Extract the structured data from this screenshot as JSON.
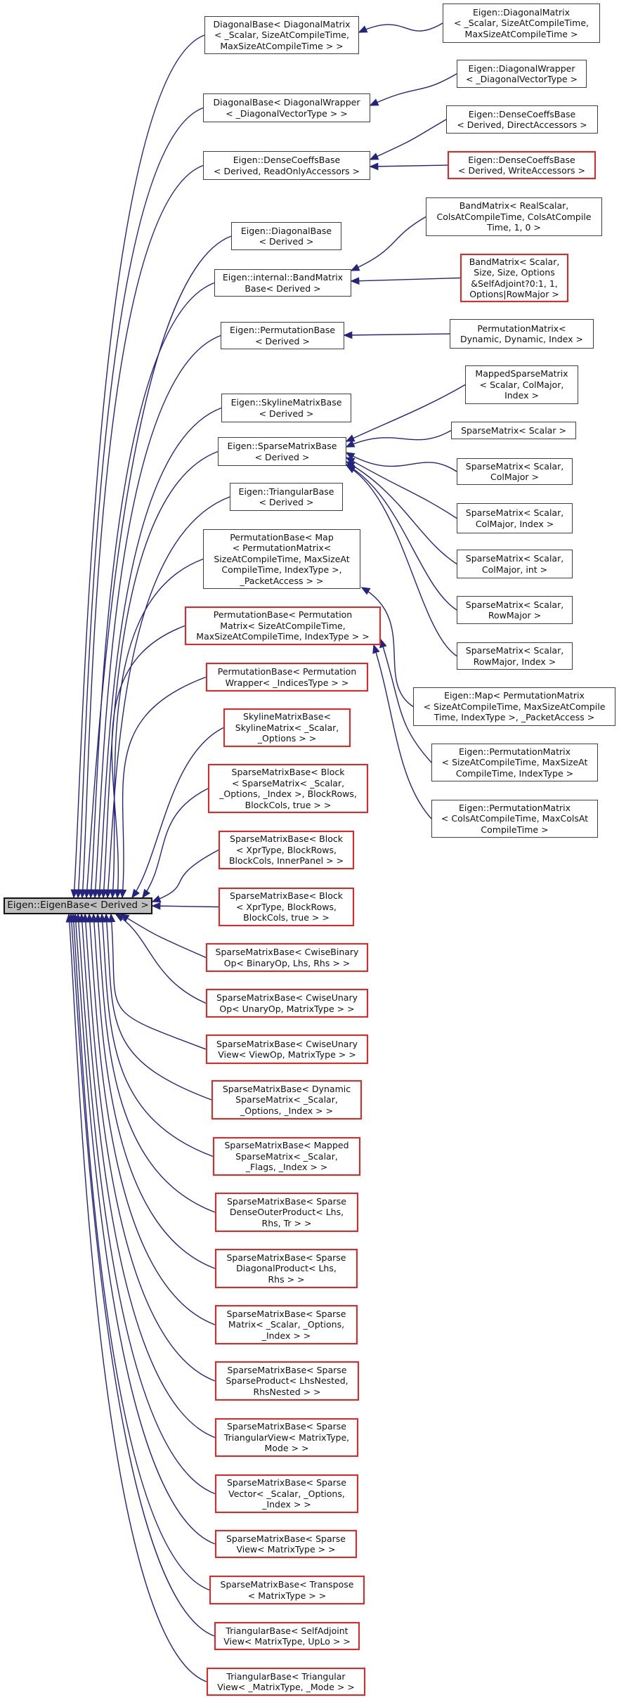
{
  "diagram": {
    "root_id": "root",
    "colors": {
      "edge": "#24247e",
      "node_border": "#3f3f3f",
      "truncated_border": "#ee2222",
      "root_fill": "#bfbfbf",
      "background": "#ffffff",
      "text": "#111111"
    },
    "nodes": [
      {
        "id": "root",
        "kind": "root",
        "label": "Eigen::EigenBase< Derived >"
      },
      {
        "id": "n1",
        "kind": "normal",
        "label": "DiagonalBase< DiagonalMatrix\n< _Scalar, SizeAtCompileTime,\nMaxSizeAtCompileTime > >"
      },
      {
        "id": "n2",
        "kind": "normal",
        "label": "DiagonalBase< DiagonalWrapper\n< _DiagonalVectorType > >"
      },
      {
        "id": "n3",
        "kind": "normal",
        "label": "Eigen::DenseCoeffsBase\n< Derived, ReadOnlyAccessors >"
      },
      {
        "id": "n4",
        "kind": "normal",
        "label": "Eigen::DiagonalBase\n< Derived >"
      },
      {
        "id": "n5",
        "kind": "normal",
        "label": "Eigen::internal::BandMatrix\nBase< Derived >"
      },
      {
        "id": "n6",
        "kind": "normal",
        "label": "Eigen::PermutationBase\n< Derived >"
      },
      {
        "id": "n7",
        "kind": "normal",
        "label": "Eigen::SkylineMatrixBase\n< Derived >"
      },
      {
        "id": "n8",
        "kind": "normal",
        "label": "Eigen::SparseMatrixBase\n< Derived >"
      },
      {
        "id": "n9",
        "kind": "normal",
        "label": "Eigen::TriangularBase\n< Derived >"
      },
      {
        "id": "n10",
        "kind": "normal",
        "label": "PermutationBase< Map\n< PermutationMatrix<\nSizeAtCompileTime, MaxSizeAt\nCompileTime, IndexType >,\n_PacketAccess > >"
      },
      {
        "id": "n11",
        "kind": "truncated",
        "label": "PermutationBase< Permutation\nMatrix< SizeAtCompileTime,\nMaxSizeAtCompileTime, IndexType > >"
      },
      {
        "id": "n12",
        "kind": "truncated",
        "label": "PermutationBase< Permutation\nWrapper< _IndicesType > >"
      },
      {
        "id": "n13",
        "kind": "truncated",
        "label": "SkylineMatrixBase<\nSkylineMatrix< _Scalar,\n_Options > >"
      },
      {
        "id": "n14",
        "kind": "truncated",
        "label": "SparseMatrixBase< Block\n< SparseMatrix< _Scalar,\n_Options, _Index >, BlockRows,\nBlockCols, true > >"
      },
      {
        "id": "n15",
        "kind": "truncated",
        "label": "SparseMatrixBase< Block\n< XprType, BlockRows,\nBlockCols, InnerPanel > >"
      },
      {
        "id": "n16",
        "kind": "truncated",
        "label": "SparseMatrixBase< Block\n< XprType, BlockRows,\nBlockCols, true > >"
      },
      {
        "id": "n17",
        "kind": "truncated",
        "label": "SparseMatrixBase< CwiseBinary\nOp< BinaryOp, Lhs, Rhs > >"
      },
      {
        "id": "n18",
        "kind": "truncated",
        "label": "SparseMatrixBase< CwiseUnary\nOp< UnaryOp, MatrixType > >"
      },
      {
        "id": "n19",
        "kind": "truncated",
        "label": "SparseMatrixBase< CwiseUnary\nView< ViewOp, MatrixType > >"
      },
      {
        "id": "n20",
        "kind": "truncated",
        "label": "SparseMatrixBase< Dynamic\nSparseMatrix< _Scalar,\n_Options, _Index > >"
      },
      {
        "id": "n21",
        "kind": "truncated",
        "label": "SparseMatrixBase< Mapped\nSparseMatrix< _Scalar,\n_Flags, _Index > >"
      },
      {
        "id": "n22",
        "kind": "truncated",
        "label": "SparseMatrixBase< Sparse\nDenseOuterProduct< Lhs,\nRhs, Tr > >"
      },
      {
        "id": "n23",
        "kind": "truncated",
        "label": "SparseMatrixBase< Sparse\nDiagonalProduct< Lhs,\nRhs > >"
      },
      {
        "id": "n24",
        "kind": "truncated",
        "label": "SparseMatrixBase< Sparse\nMatrix< _Scalar, _Options,\n_Index > >"
      },
      {
        "id": "n25",
        "kind": "truncated",
        "label": "SparseMatrixBase< Sparse\nSparseProduct< LhsNested,\nRhsNested > >"
      },
      {
        "id": "n26",
        "kind": "truncated",
        "label": "SparseMatrixBase< Sparse\nTriangularView< MatrixType,\nMode > >"
      },
      {
        "id": "n27",
        "kind": "truncated",
        "label": "SparseMatrixBase< Sparse\nVector< _Scalar, _Options,\n_Index > >"
      },
      {
        "id": "n28",
        "kind": "truncated",
        "label": "SparseMatrixBase< Sparse\nView< MatrixType > >"
      },
      {
        "id": "n29",
        "kind": "truncated",
        "label": "SparseMatrixBase< Transpose\n< MatrixType > >"
      },
      {
        "id": "n30",
        "kind": "truncated",
        "label": "TriangularBase< SelfAdjoint\nView< MatrixType, UpLo > >"
      },
      {
        "id": "n31",
        "kind": "truncated",
        "label": "TriangularBase< Triangular\nView< _MatrixType, _Mode > >"
      },
      {
        "id": "r1",
        "kind": "normal",
        "label": "Eigen::DiagonalMatrix\n< _Scalar, SizeAtCompileTime,\nMaxSizeAtCompileTime >"
      },
      {
        "id": "r2",
        "kind": "normal",
        "label": "Eigen::DiagonalWrapper\n< _DiagonalVectorType >"
      },
      {
        "id": "r3",
        "kind": "normal",
        "label": "Eigen::DenseCoeffsBase\n< Derived, DirectAccessors >"
      },
      {
        "id": "r4",
        "kind": "truncated",
        "label": "Eigen::DenseCoeffsBase\n< Derived, WriteAccessors >"
      },
      {
        "id": "r5",
        "kind": "normal",
        "label": "BandMatrix< RealScalar,\nColsAtCompileTime, ColsAtCompile\nTime, 1, 0 >"
      },
      {
        "id": "r6",
        "kind": "truncated",
        "label": "BandMatrix< Scalar,\nSize, Size, Options\n&SelfAdjoint?0:1, 1,\nOptions|RowMajor >"
      },
      {
        "id": "r7",
        "kind": "normal",
        "label": "PermutationMatrix<\nDynamic, Dynamic, Index >"
      },
      {
        "id": "r8",
        "kind": "normal",
        "label": "MappedSparseMatrix\n< Scalar, ColMajor,\nIndex >"
      },
      {
        "id": "r9",
        "kind": "normal",
        "label": "SparseMatrix< Scalar >"
      },
      {
        "id": "r10",
        "kind": "normal",
        "label": "SparseMatrix< Scalar,\nColMajor >"
      },
      {
        "id": "r11",
        "kind": "normal",
        "label": "SparseMatrix< Scalar,\nColMajor, Index >"
      },
      {
        "id": "r12",
        "kind": "normal",
        "label": "SparseMatrix< Scalar,\nColMajor, int >"
      },
      {
        "id": "r13",
        "kind": "normal",
        "label": "SparseMatrix< Scalar,\nRowMajor >"
      },
      {
        "id": "r14",
        "kind": "normal",
        "label": "SparseMatrix< Scalar,\nRowMajor, Index >"
      },
      {
        "id": "r15",
        "kind": "normal",
        "label": "Eigen::Map< PermutationMatrix\n< SizeAtCompileTime, MaxSizeAtCompile\nTime, IndexType >, _PacketAccess >"
      },
      {
        "id": "r16",
        "kind": "normal",
        "label": "Eigen::PermutationMatrix\n< SizeAtCompileTime, MaxSizeAt\nCompileTime, IndexType >"
      },
      {
        "id": "r17",
        "kind": "normal",
        "label": "Eigen::PermutationMatrix\n< ColsAtCompileTime, MaxColsAt\nCompileTime >"
      }
    ],
    "edges": [
      {
        "from": "n1",
        "to": "root"
      },
      {
        "from": "n2",
        "to": "root"
      },
      {
        "from": "n3",
        "to": "root"
      },
      {
        "from": "n4",
        "to": "root"
      },
      {
        "from": "n5",
        "to": "root"
      },
      {
        "from": "n6",
        "to": "root"
      },
      {
        "from": "n7",
        "to": "root"
      },
      {
        "from": "n8",
        "to": "root"
      },
      {
        "from": "n9",
        "to": "root"
      },
      {
        "from": "n10",
        "to": "root"
      },
      {
        "from": "n11",
        "to": "root"
      },
      {
        "from": "n12",
        "to": "root"
      },
      {
        "from": "n13",
        "to": "root"
      },
      {
        "from": "n14",
        "to": "root"
      },
      {
        "from": "n15",
        "to": "root"
      },
      {
        "from": "n16",
        "to": "root"
      },
      {
        "from": "n17",
        "to": "root"
      },
      {
        "from": "n18",
        "to": "root"
      },
      {
        "from": "n19",
        "to": "root"
      },
      {
        "from": "n20",
        "to": "root"
      },
      {
        "from": "n21",
        "to": "root"
      },
      {
        "from": "n22",
        "to": "root"
      },
      {
        "from": "n23",
        "to": "root"
      },
      {
        "from": "n24",
        "to": "root"
      },
      {
        "from": "n25",
        "to": "root"
      },
      {
        "from": "n26",
        "to": "root"
      },
      {
        "from": "n27",
        "to": "root"
      },
      {
        "from": "n28",
        "to": "root"
      },
      {
        "from": "n29",
        "to": "root"
      },
      {
        "from": "n30",
        "to": "root"
      },
      {
        "from": "n31",
        "to": "root"
      },
      {
        "from": "r1",
        "to": "n1"
      },
      {
        "from": "r2",
        "to": "n2"
      },
      {
        "from": "r3",
        "to": "n3"
      },
      {
        "from": "r4",
        "to": "n3"
      },
      {
        "from": "r5",
        "to": "n5"
      },
      {
        "from": "r6",
        "to": "n5"
      },
      {
        "from": "r7",
        "to": "n6"
      },
      {
        "from": "r8",
        "to": "n8"
      },
      {
        "from": "r9",
        "to": "n8"
      },
      {
        "from": "r10",
        "to": "n8"
      },
      {
        "from": "r11",
        "to": "n8"
      },
      {
        "from": "r12",
        "to": "n8"
      },
      {
        "from": "r13",
        "to": "n8"
      },
      {
        "from": "r14",
        "to": "n8"
      },
      {
        "from": "r15",
        "to": "n10"
      },
      {
        "from": "r16",
        "to": "n11"
      },
      {
        "from": "r17",
        "to": "n11"
      }
    ]
  }
}
